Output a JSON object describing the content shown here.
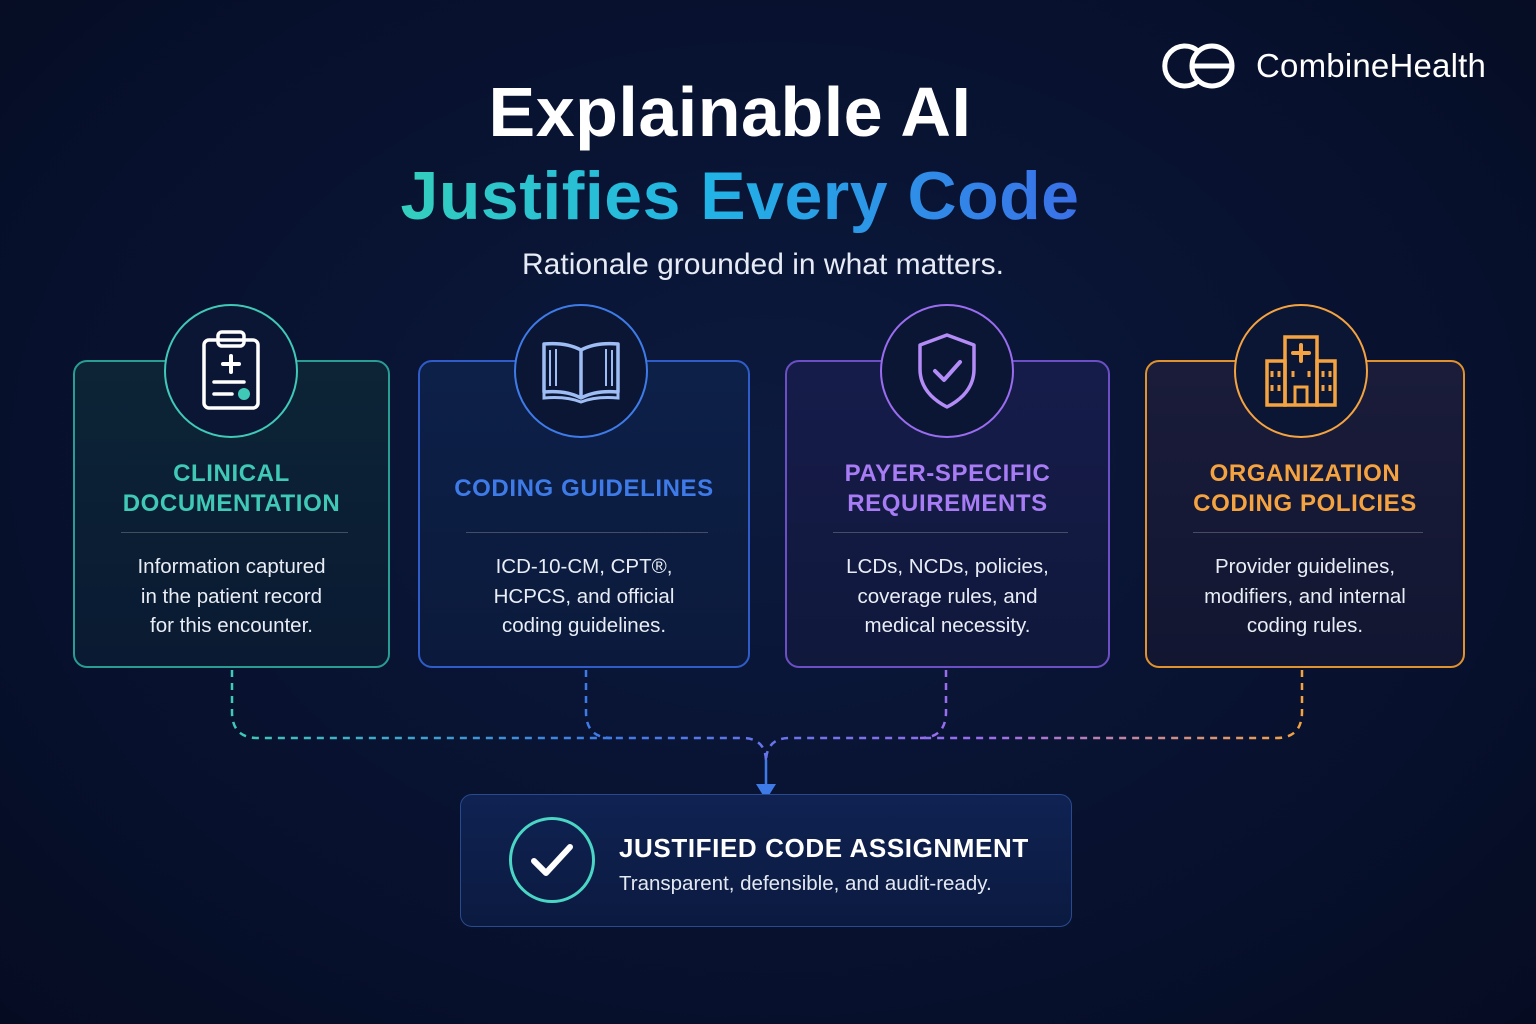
{
  "brand": {
    "name": "CombineHealth",
    "icon": "combinehealth-logo-icon"
  },
  "headline": {
    "line1": "Explainable AI",
    "line2": "Justifies Every Code",
    "subtitle": "Rationale grounded in what matters."
  },
  "sources": [
    {
      "title": "CLINICAL DOCUMENTATION",
      "description": "Information captured in the patient record for this encounter.",
      "icon": "clipboard-medical-icon",
      "color": "#3fc9b6"
    },
    {
      "title": "CODING GUIDELINES",
      "description": "ICD-10-CM, CPT®, HCPCS, and official coding guidelines.",
      "icon": "open-book-icon",
      "color": "#3f7be8"
    },
    {
      "title": "PAYER-SPECIFIC REQUIREMENTS",
      "description": "LCDs, NCDs, policies, coverage rules, and medical necessity.",
      "icon": "shield-check-icon",
      "color": "#9a6cf0"
    },
    {
      "title": "ORGANIZATION CODING POLICIES",
      "description": "Provider guidelines, modifiers, and internal coding rules.",
      "icon": "hospital-building-icon",
      "color": "#f4a340"
    }
  ],
  "result": {
    "title": "JUSTIFIED CODE ASSIGNMENT",
    "description": "Transparent, defensible, and audit-ready.",
    "icon": "checkmark-circle-icon"
  }
}
